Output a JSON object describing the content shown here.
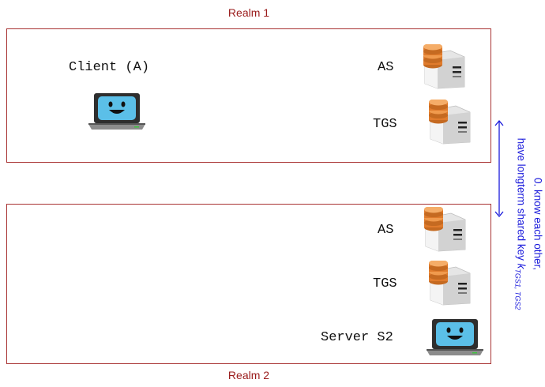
{
  "colors": {
    "realm": "#a83232",
    "realm_text": "#9a1b1b",
    "annotation": "#1a1adb",
    "screen": "#5bbfe8",
    "laptop_body": "#2e2e2e",
    "disk": "#e07b2c"
  },
  "realm1": {
    "title": "Realm 1",
    "client_label": "Client (A)",
    "as_label": "AS",
    "tgs_label": "TGS",
    "icons": [
      "laptop-icon",
      "server-icon",
      "server-icon"
    ]
  },
  "realm2": {
    "title": "Realm 2",
    "as_label": "AS",
    "tgs_label": "TGS",
    "server_label": "Server S2",
    "icons": [
      "server-icon",
      "server-icon",
      "laptop-icon"
    ]
  },
  "annotation": {
    "line1": "0. know each other,",
    "line2": "have longterm shared key",
    "key_symbol": "k",
    "key_subscript": "TGS1, TGS2"
  }
}
